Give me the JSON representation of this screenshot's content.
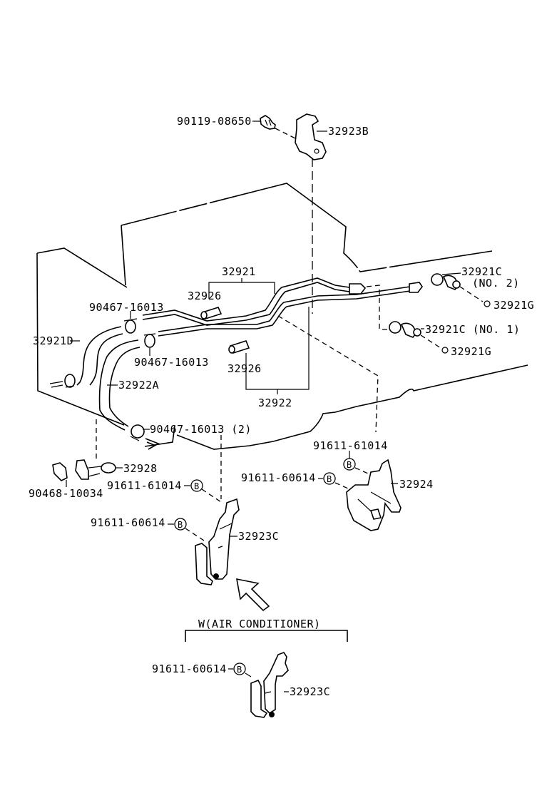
{
  "diagram": {
    "title": "Oil cooler tube & hose assembly (parts diagram)",
    "background": "#ffffff",
    "line_color": "#000000",
    "labels": {
      "bolt_top": "90119-08650",
      "bracket_top": "32923B",
      "tube_assy_upper": "32921",
      "grommet_upper": "32926",
      "clamp_upper": "90467-16013",
      "hose_upper": "32921D",
      "clamp_middle": "90467-16013",
      "grommet_lower": "32926",
      "tube_assy_lower": "32922",
      "hose_lower": "32922A",
      "union_no2": "32921C",
      "union_no2_note": "(NO. 2)",
      "gasket_no2": "32921G",
      "union_no1": "32921C (NO. 1)",
      "gasket_no1": "32921G",
      "clamp_lower": "90467-16013 (2)",
      "clip": "32928",
      "bolt_clip": "90468-10034",
      "bolt_left_upper": "91611-61014",
      "bolt_left_lower": "91611-60614",
      "bracket_left": "32923C",
      "bolt_right_upper": "91611-61014",
      "bolt_right_lower": "91611-60614",
      "bracket_right": "32924",
      "variant_header": "W(AIR CONDITIONER)",
      "variant_bolt": "91611-60614",
      "variant_bracket": "32923C",
      "callout_symbol": "B"
    }
  }
}
